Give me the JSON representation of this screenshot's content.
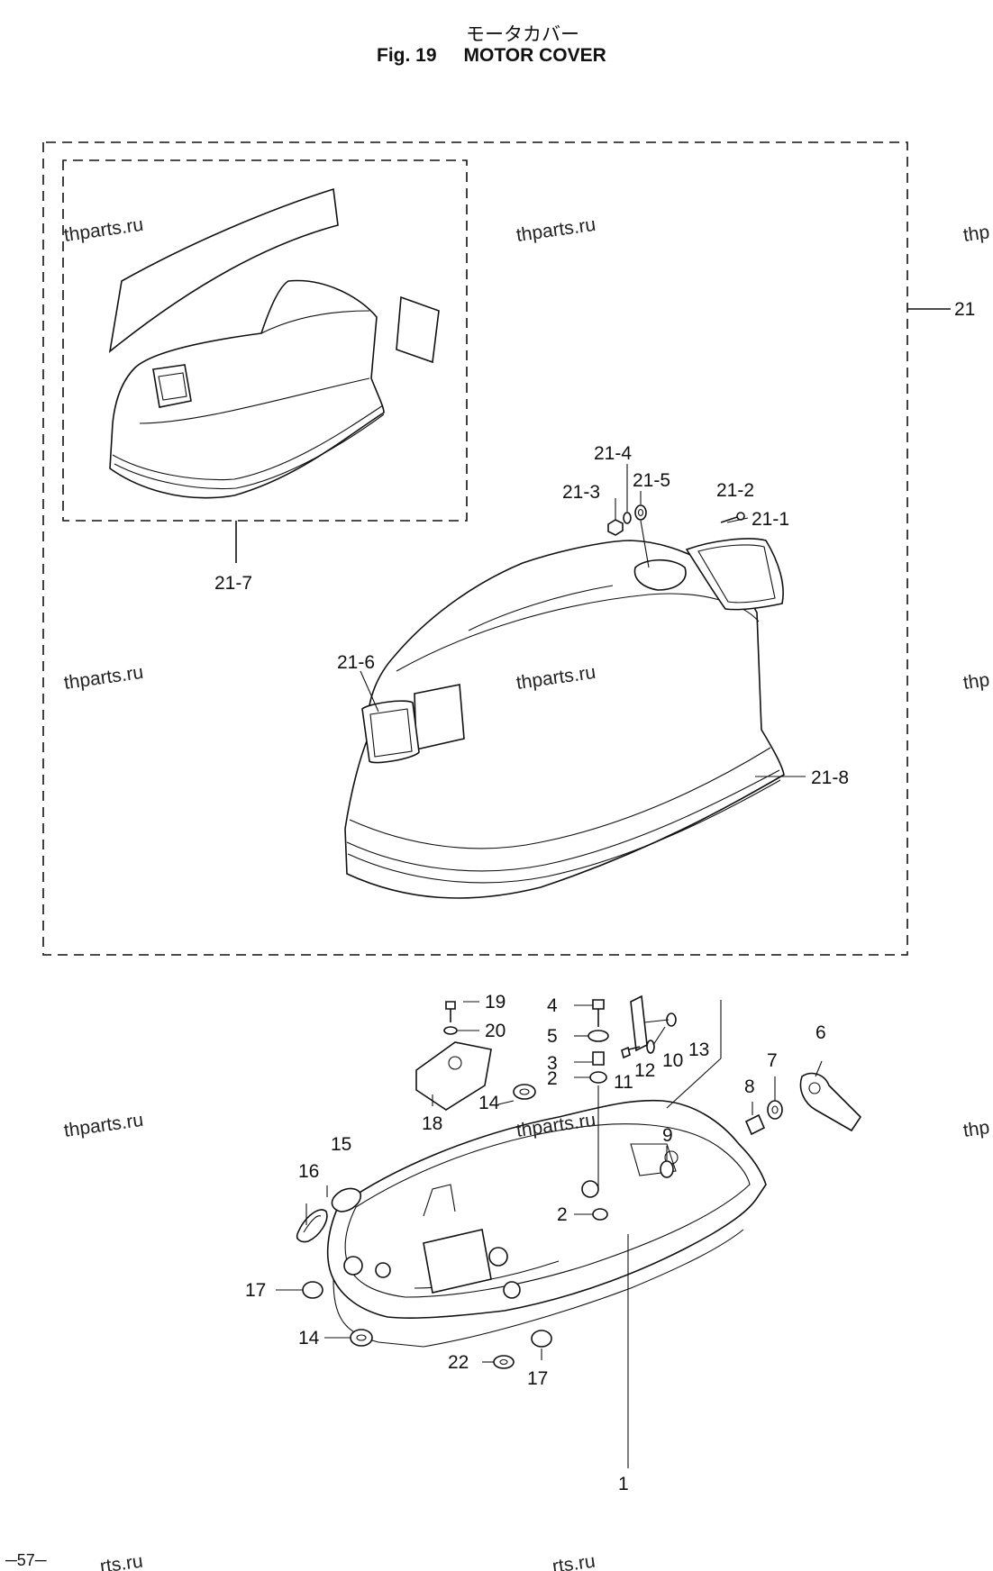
{
  "header": {
    "title_jp": "モータカバー",
    "fig_label": "Fig. 19",
    "title_en": "MOTOR COVER"
  },
  "callouts": [
    {
      "id": "c21",
      "label": "21"
    },
    {
      "id": "c21-1",
      "label": "21-1"
    },
    {
      "id": "c21-2",
      "label": "21-2"
    },
    {
      "id": "c21-3",
      "label": "21-3"
    },
    {
      "id": "c21-4",
      "label": "21-4"
    },
    {
      "id": "c21-5",
      "label": "21-5"
    },
    {
      "id": "c21-6",
      "label": "21-6"
    },
    {
      "id": "c21-7",
      "label": "21-7"
    },
    {
      "id": "c21-8",
      "label": "21-8"
    },
    {
      "id": "c1",
      "label": "1"
    },
    {
      "id": "c2a",
      "label": "2"
    },
    {
      "id": "c2b",
      "label": "2"
    },
    {
      "id": "c3",
      "label": "3"
    },
    {
      "id": "c4",
      "label": "4"
    },
    {
      "id": "c5",
      "label": "5"
    },
    {
      "id": "c6",
      "label": "6"
    },
    {
      "id": "c7",
      "label": "7"
    },
    {
      "id": "c8",
      "label": "8"
    },
    {
      "id": "c9",
      "label": "9"
    },
    {
      "id": "c10",
      "label": "10"
    },
    {
      "id": "c11",
      "label": "11"
    },
    {
      "id": "c12",
      "label": "12"
    },
    {
      "id": "c13",
      "label": "13"
    },
    {
      "id": "c14a",
      "label": "14"
    },
    {
      "id": "c14b",
      "label": "14"
    },
    {
      "id": "c15",
      "label": "15"
    },
    {
      "id": "c16",
      "label": "16"
    },
    {
      "id": "c17a",
      "label": "17"
    },
    {
      "id": "c17b",
      "label": "17"
    },
    {
      "id": "c18",
      "label": "18"
    },
    {
      "id": "c19",
      "label": "19"
    },
    {
      "id": "c20",
      "label": "20"
    },
    {
      "id": "c22",
      "label": "22"
    }
  ],
  "watermark": "thparts.ru",
  "watermark_partial_right": "thp",
  "watermark_partial_bottom": "rts.ru",
  "page_number": "─57─"
}
